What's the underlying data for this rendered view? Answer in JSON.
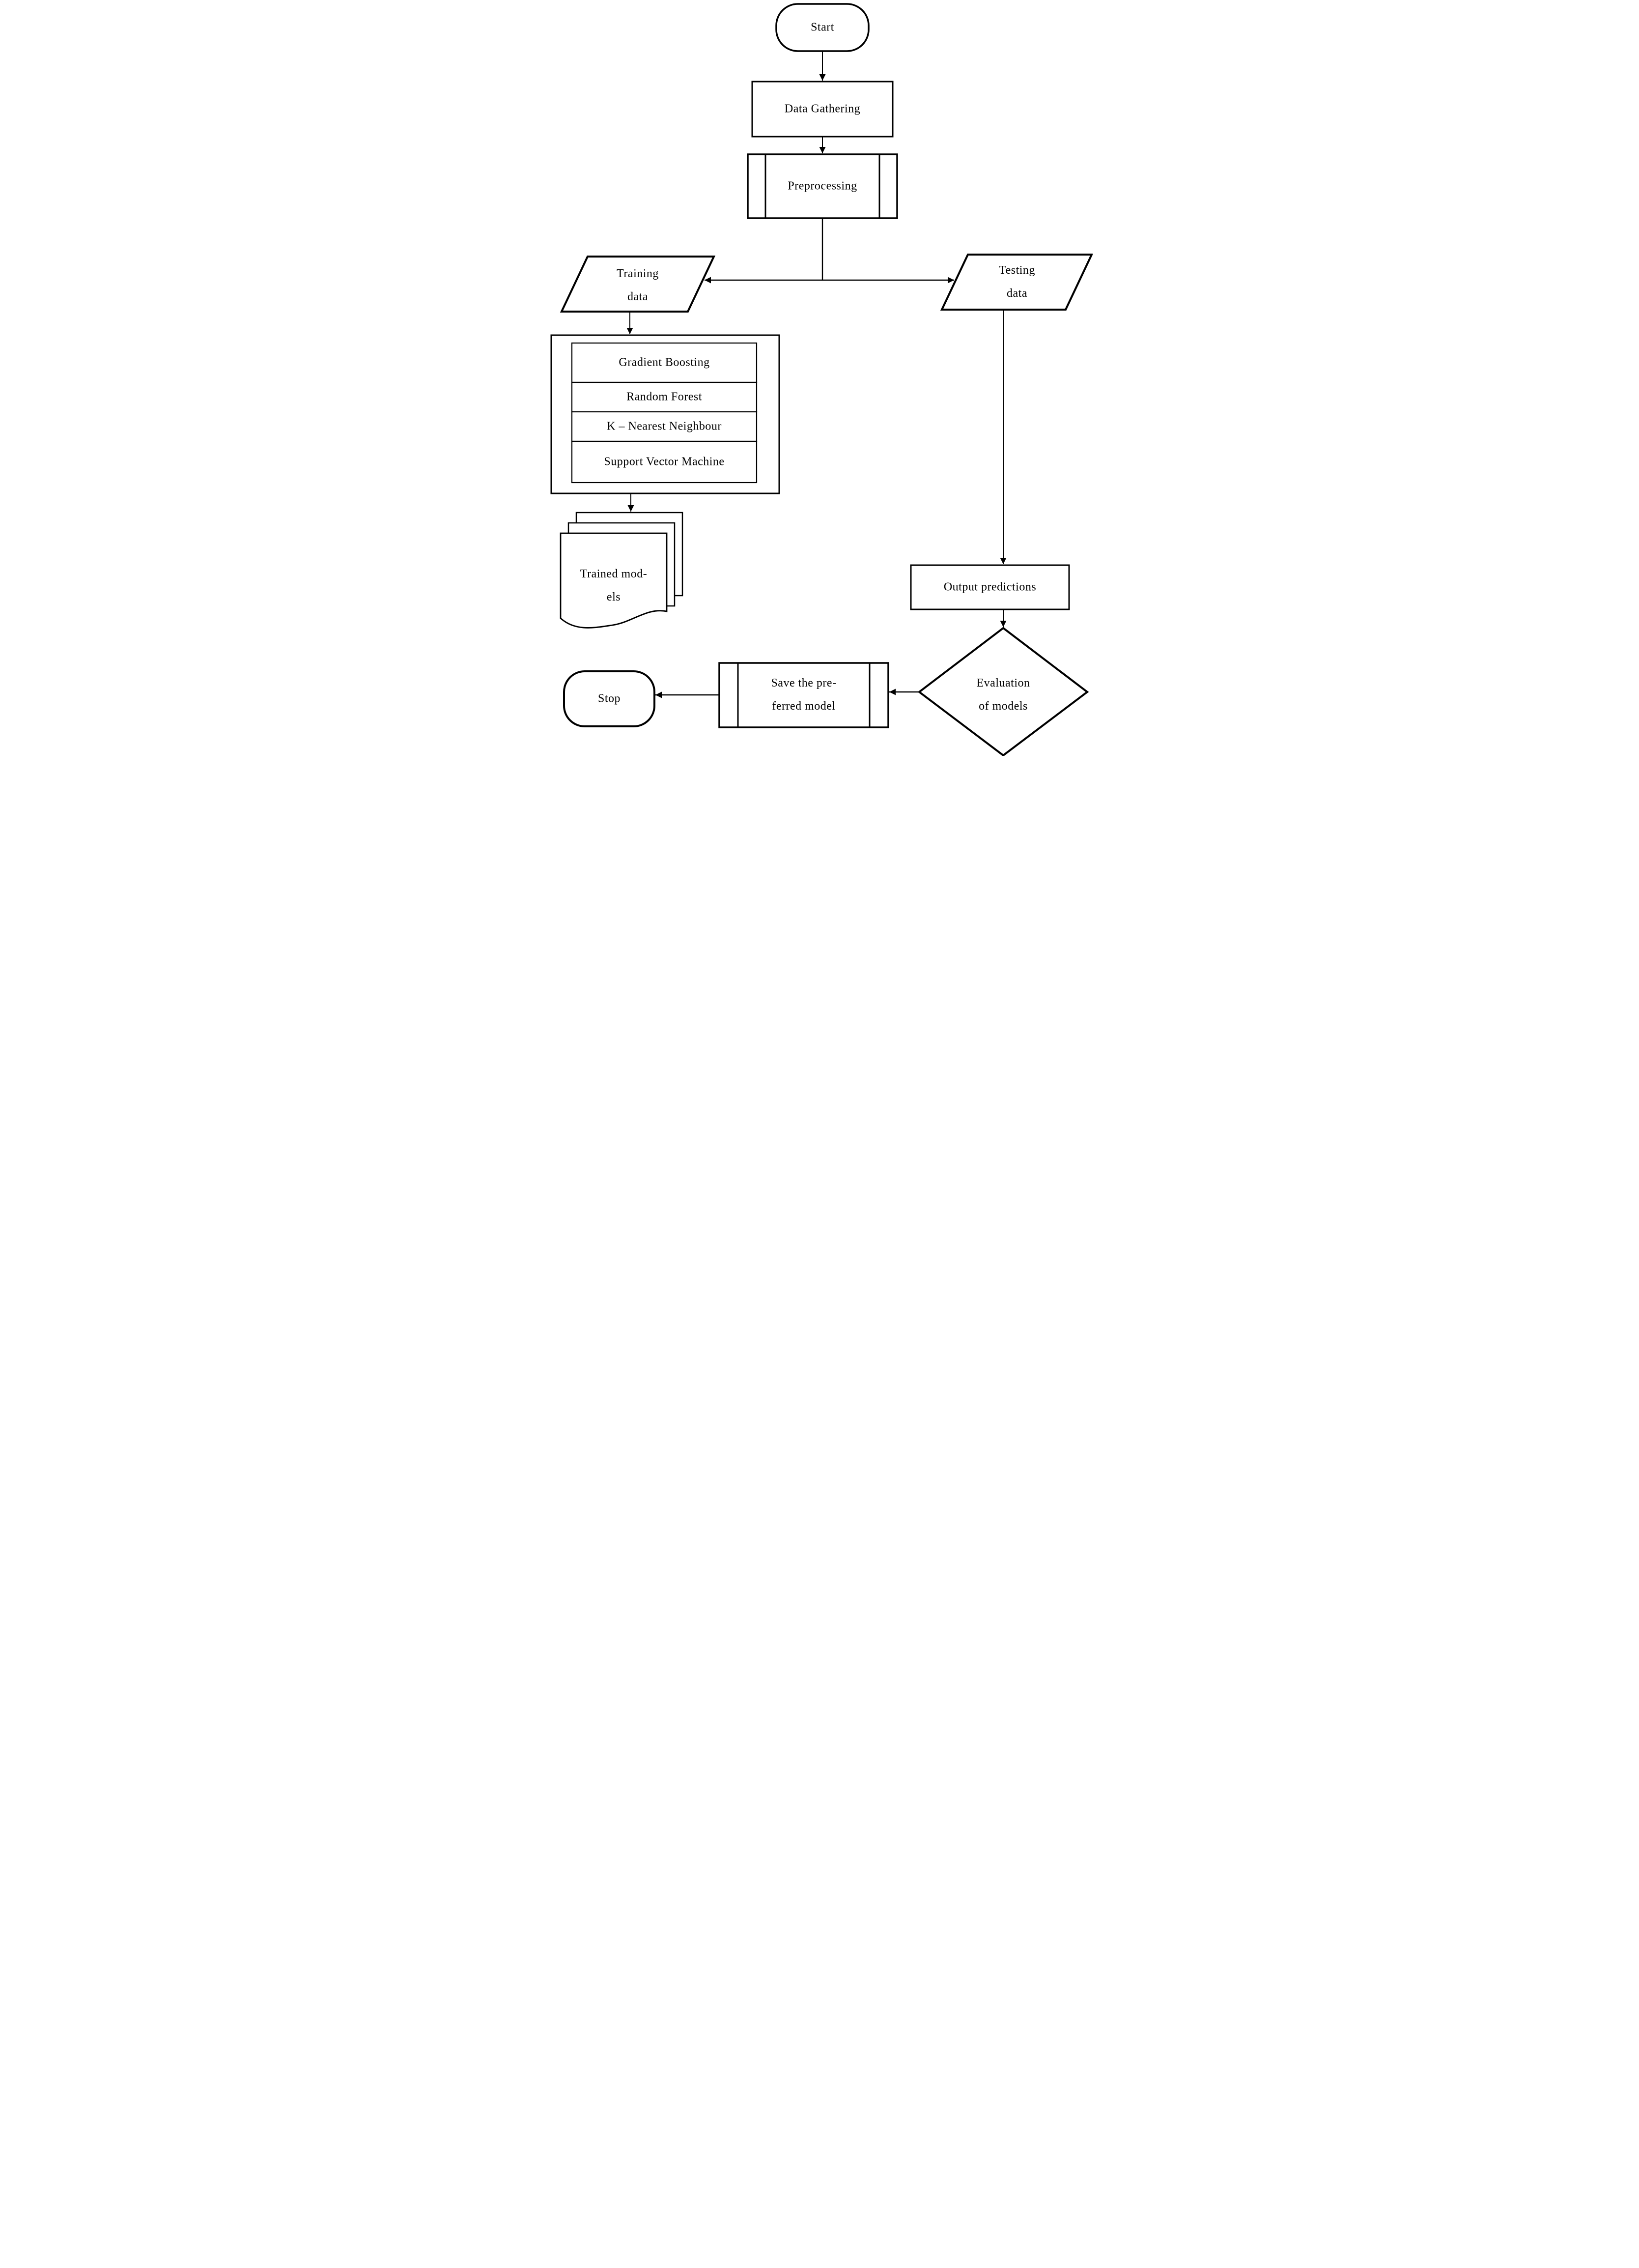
{
  "diagram": {
    "type": "flowchart",
    "colors": {
      "stroke": "#000000",
      "fill": "#ffffff",
      "background": "#ffffff"
    },
    "nodes": {
      "start": {
        "type": "terminator",
        "label": "Start"
      },
      "data_gathering": {
        "type": "process",
        "label": "Data Gathering"
      },
      "preprocessing": {
        "type": "predefined-process",
        "label": "Preprocessing"
      },
      "training_data": {
        "type": "data",
        "lines": [
          "Training",
          "data"
        ]
      },
      "testing_data": {
        "type": "data",
        "lines": [
          "Testing",
          "data"
        ]
      },
      "model_group": {
        "type": "container",
        "items": [
          "Gradient Boosting",
          "Random Forest",
          "K – Nearest Neighbour",
          "Support Vector Machine"
        ]
      },
      "trained_models": {
        "type": "document-stack",
        "lines": [
          "Trained mod-",
          "els"
        ]
      },
      "output_predictions": {
        "type": "process",
        "label": "Output predictions"
      },
      "evaluation": {
        "type": "decision",
        "lines": [
          "Evaluation",
          "of models"
        ]
      },
      "save_model": {
        "type": "predefined-process",
        "lines": [
          "Save the pre-",
          "ferred model"
        ]
      },
      "stop": {
        "type": "terminator",
        "label": "Stop"
      }
    },
    "edges": [
      {
        "from": "start",
        "to": "data_gathering"
      },
      {
        "from": "data_gathering",
        "to": "preprocessing"
      },
      {
        "from": "preprocessing",
        "to": "training_data"
      },
      {
        "from": "preprocessing",
        "to": "testing_data"
      },
      {
        "from": "training_data",
        "to": "model_group"
      },
      {
        "from": "model_group",
        "to": "trained_models"
      },
      {
        "from": "testing_data",
        "to": "output_predictions"
      },
      {
        "from": "output_predictions",
        "to": "evaluation"
      },
      {
        "from": "evaluation",
        "to": "save_model"
      },
      {
        "from": "save_model",
        "to": "stop"
      }
    ]
  }
}
